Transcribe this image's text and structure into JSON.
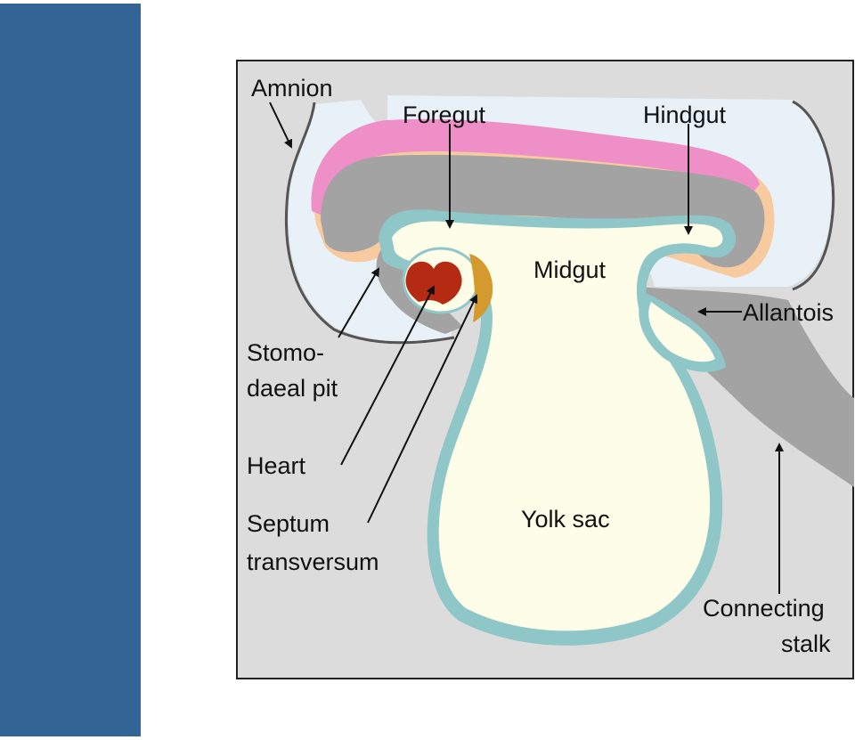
{
  "slide": {
    "accent_color": "#326495"
  },
  "diagram": {
    "labels": {
      "amnion": "Amnion",
      "foregut": "Foregut",
      "hindgut": "Hindgut",
      "midgut": "Midgut",
      "allantois": "Allantois",
      "stomodaeal_line1": "Stomo-",
      "stomodaeal_line2": "daeal pit",
      "heart": "Heart",
      "septum_line1": "Septum",
      "septum_line2": "transversum",
      "yolk_sac": "Yolk sac",
      "connecting_line1": "Connecting",
      "connecting_line2": "stalk"
    },
    "colors": {
      "background": "#dcdcdc",
      "amniotic_cavity": "#e8f1f7",
      "ectoderm": "#ef8fc8",
      "mesoderm": "#f7caa0",
      "embryo_body": "#a3a3a3",
      "endoderm": "#8fc6c8",
      "gut_lumen": "#fdfde8",
      "heart": "#b52a12",
      "septum_transversum": "#d49a2e"
    }
  }
}
